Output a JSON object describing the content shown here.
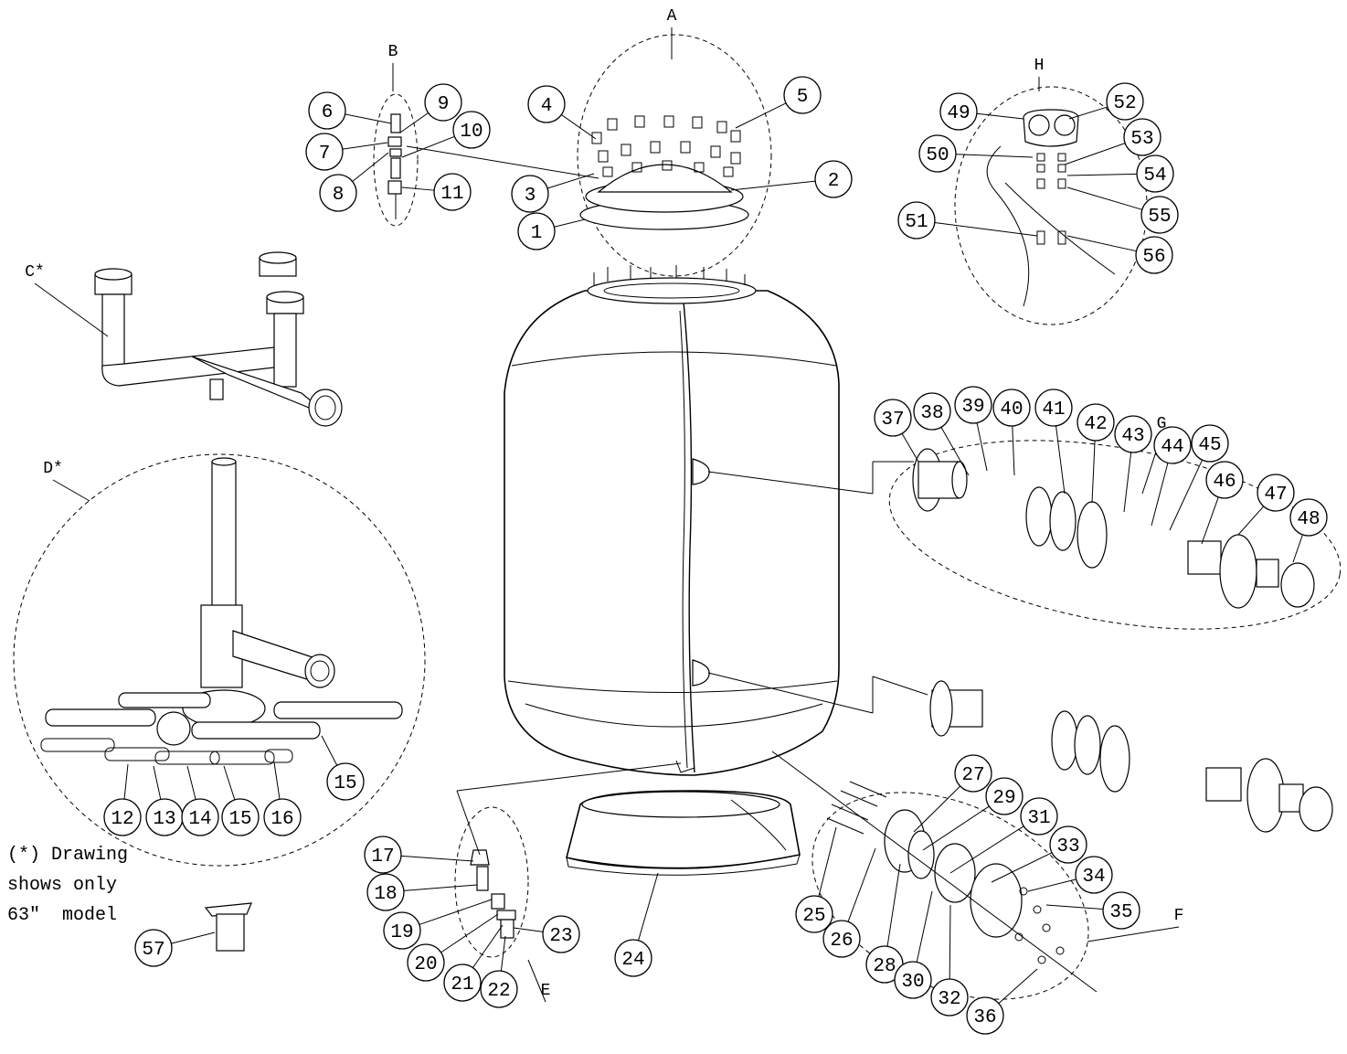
{
  "callouts": [
    "1",
    "2",
    "3",
    "4",
    "5",
    "6",
    "7",
    "8",
    "9",
    "10",
    "11",
    "12",
    "13",
    "14",
    "15",
    "15",
    "16",
    "17",
    "18",
    "19",
    "20",
    "21",
    "22",
    "23",
    "24",
    "25",
    "26",
    "27",
    "28",
    "29",
    "30",
    "31",
    "32",
    "33",
    "34",
    "35",
    "36",
    "37",
    "38",
    "39",
    "40",
    "41",
    "42",
    "43",
    "44",
    "45",
    "46",
    "47",
    "48",
    "49",
    "50",
    "51",
    "52",
    "53",
    "54",
    "55",
    "56",
    "57"
  ],
  "groups": [
    "A",
    "B",
    "C*",
    "D*",
    "E",
    "F",
    "G",
    "H"
  ],
  "note": [
    "(*) Drawing",
    "shows only",
    "63\"  model"
  ]
}
